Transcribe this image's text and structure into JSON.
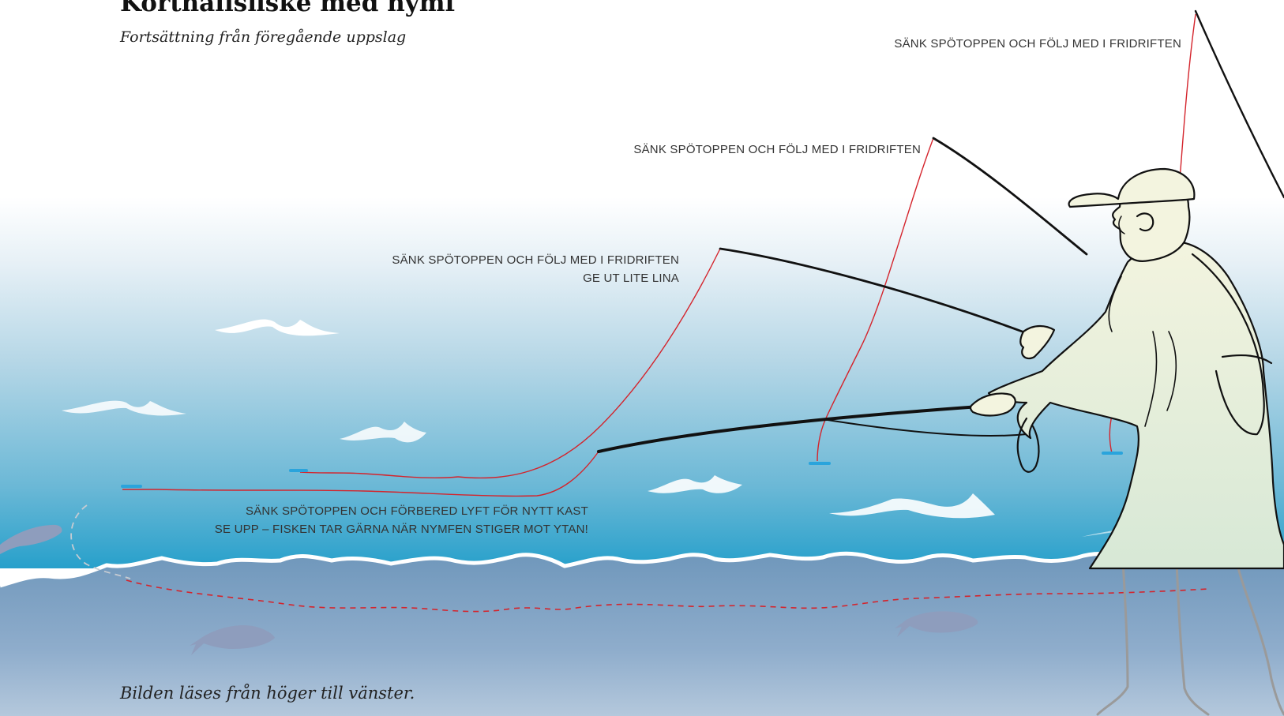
{
  "header": {
    "title": "Korthållsfiske med nymf",
    "subtitle": "Fortsättning från föregående uppslag"
  },
  "annotations": {
    "step1": "SÄNK SPÖTOPPEN OCH FÖLJ MED I FRIDRIFTEN",
    "step2": "SÄNK SPÖTOPPEN OCH FÖLJ MED I FRIDRIFTEN",
    "step3_line1": "SÄNK SPÖTOPPEN OCH FÖLJ MED I FRIDRIFTEN",
    "step3_line2": "GE UT LITE LINA",
    "step4_line1": "SÄNK SPÖTOPPEN OCH FÖRBERED  LYFT FÖR NYTT  KAST",
    "step4_line2": "SE UPP – FISKEN TAR GÄRNA NÄR NYMFEN STIGER MOT YTAN!"
  },
  "caption": "Bilden läses från höger till vänster.",
  "colors": {
    "line": "#d4242c",
    "nymph": "#2aa4dc",
    "water_top": "#ffffff",
    "water_mid": "#a7cfe0",
    "water_deep": "#2e9fc8",
    "underwater": "#7fa3c3",
    "fish": "#8e9dbd",
    "angler": "#e7efdf"
  }
}
